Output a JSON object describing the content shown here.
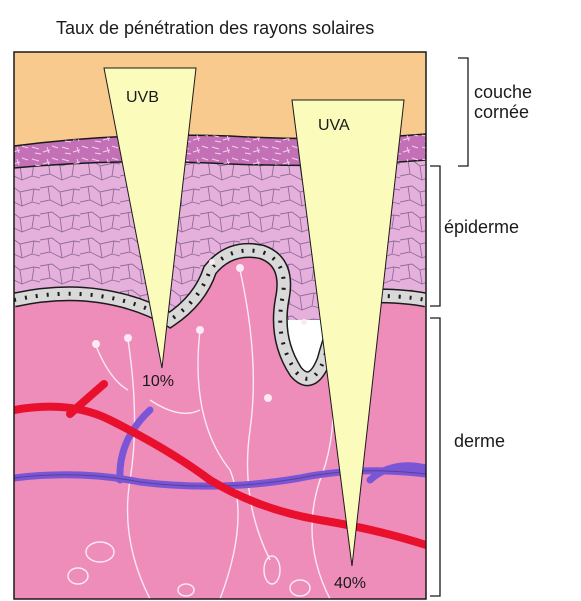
{
  "title": "Taux de pénétration des rayons solaires",
  "layers": {
    "stratum_corneum": "couche\ncornée",
    "epidermis": "épiderme",
    "dermis": "derme"
  },
  "rays": [
    {
      "label": "UVB",
      "penetration": "10%"
    },
    {
      "label": "UVA",
      "penetration": "40%"
    }
  ],
  "colors": {
    "sky": "#f8ca8e",
    "corneum": "#c470b6",
    "epidermis": "#e5b1dc",
    "dermis": "#ee8cba",
    "arrow": "#fbfbbc",
    "artery": "#e8102c",
    "vein": "#7a56d6",
    "outline": "#1a1a1a"
  }
}
